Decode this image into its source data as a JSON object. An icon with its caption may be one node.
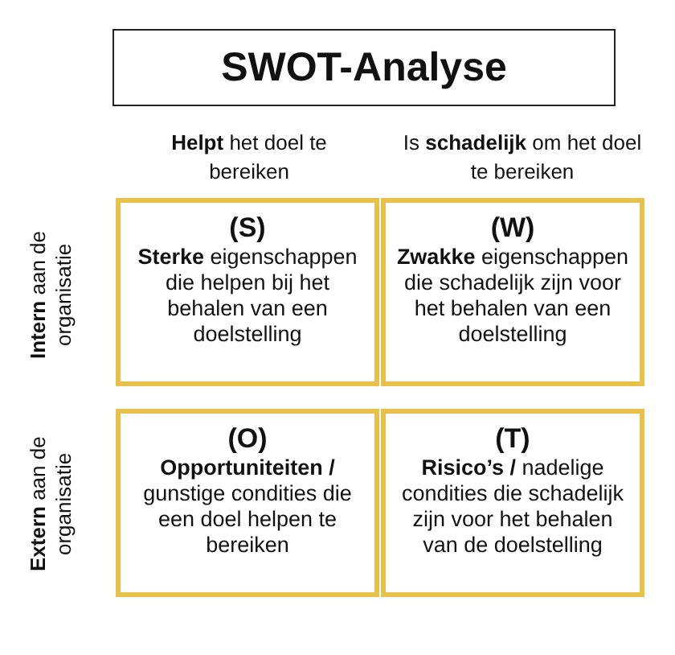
{
  "diagram": {
    "title": "SWOT-Analyse",
    "nodes": [
      {
        "text": [
          "(S)",
          "**Sterke** eigenschappen die helpen bij het behalen van een doelstelling"
        ]
      },
      {
        "text": [
          "(W)",
          "**Zwakke** eigenschappen die schadelijk zijn voor het behalen van een doelstelling"
        ]
      },
      {
        "text": [
          "(O)",
          "**Opportuniteiten /** gunstige condities die een doel helpen te bereiken"
        ]
      },
      {
        "text": [
          "(T)",
          "**Risico’s /** nadelige condities die schadelijk zijn voor het behalen van de doelstelling"
        ]
      }
    ],
    "labels": [
      "**Helpt** het doel te bereiken",
      "Is **schadelijk** om het doel te bereiken",
      "**Intern** aan de organisatie",
      "**Extern** aan de organisatie"
    ]
  }
}
